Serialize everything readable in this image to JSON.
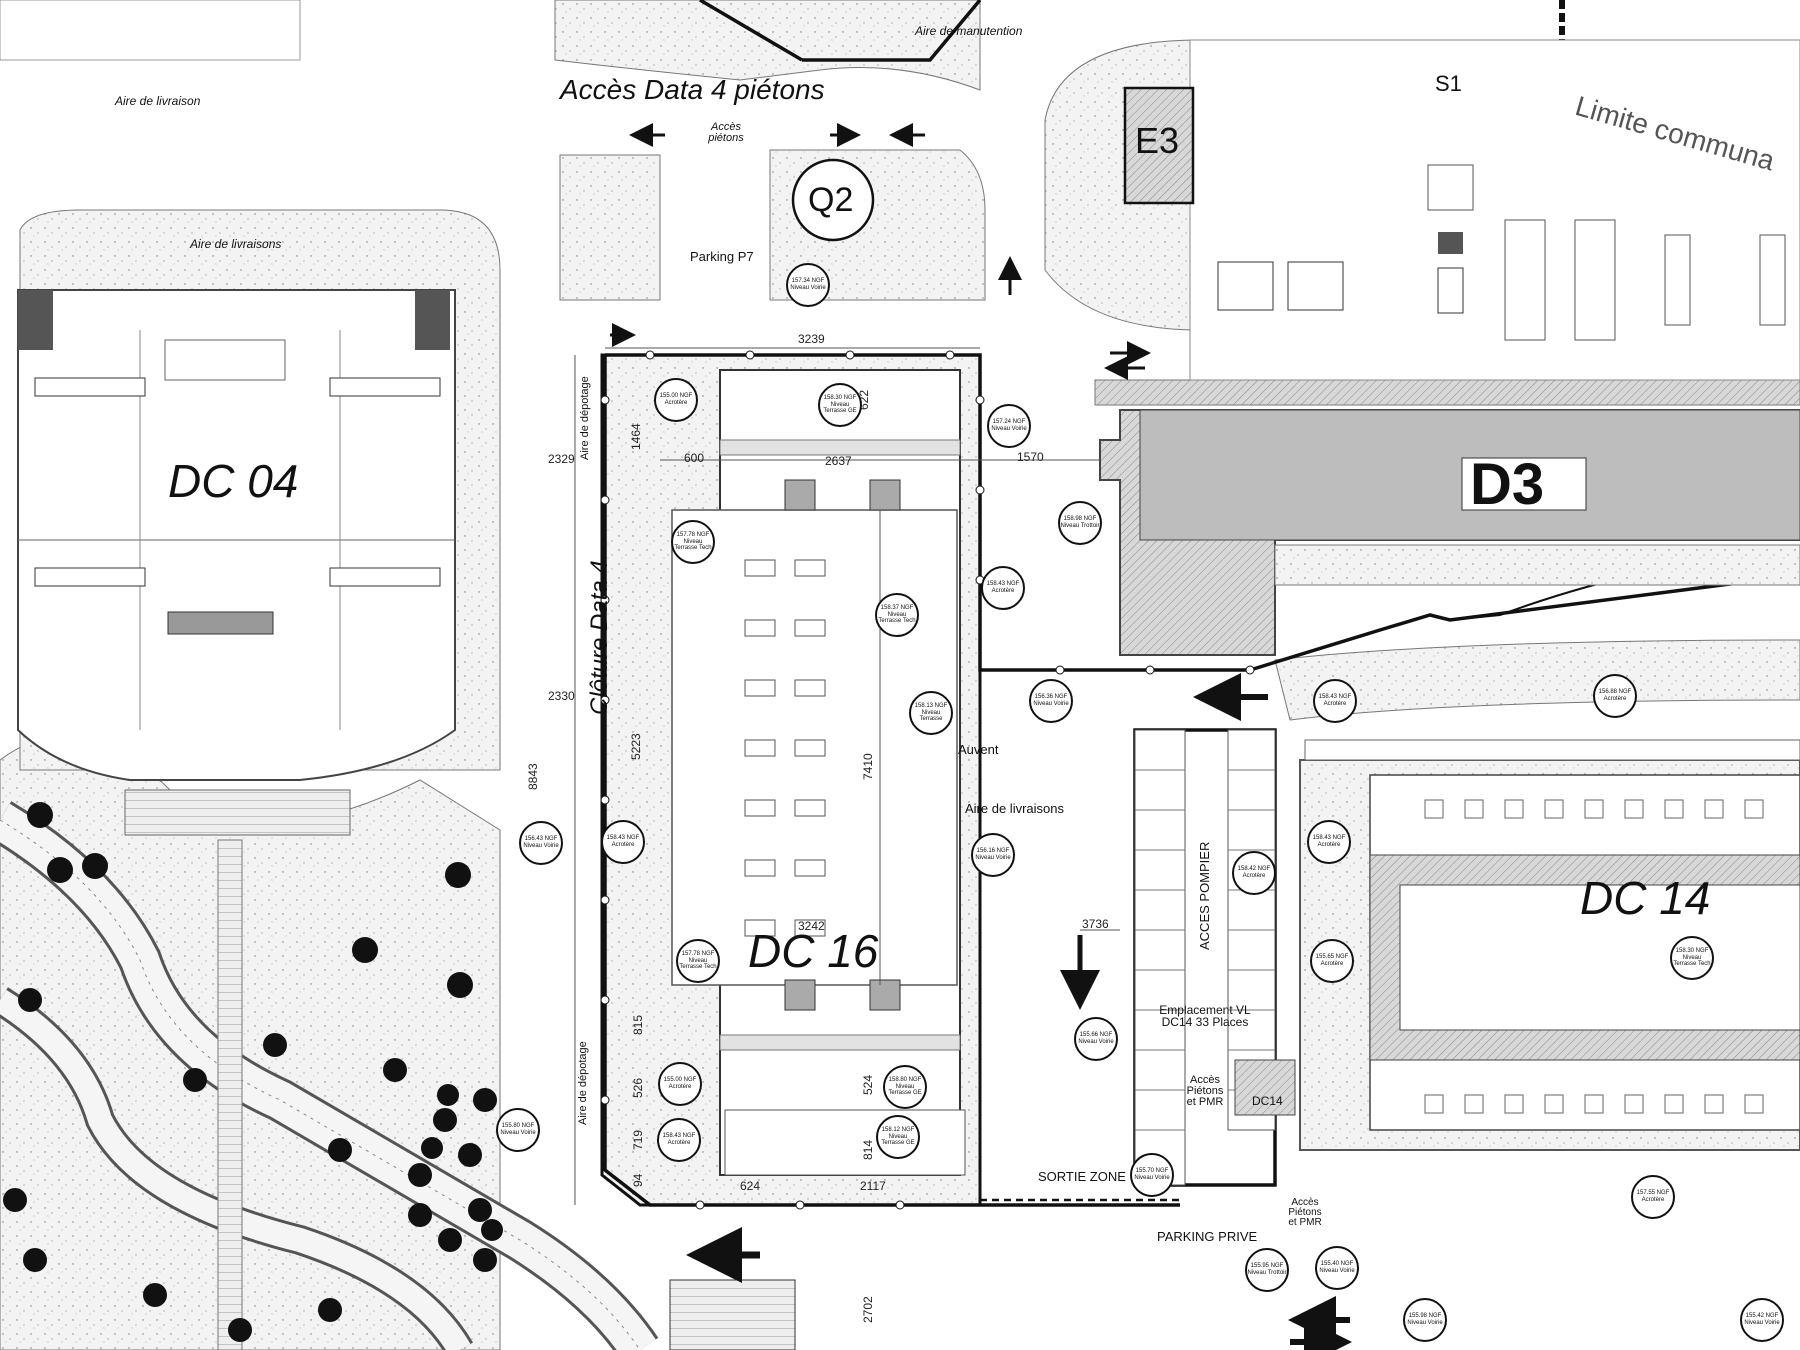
{
  "buildings": {
    "dc04": "DC 04",
    "dc16": "DC 16",
    "dc14": "DC 14",
    "d3": "D3",
    "e3": "E3",
    "q2": "Q2",
    "s1": "S1"
  },
  "labels": {
    "limite": "Limite communa",
    "acces_data4": "Accès Data 4 piétons",
    "acces_pietons": "Accès piétons",
    "aire_livraison_top": "Aire de livraison",
    "aire_manutention": "Aire de manutention",
    "aire_livraisons_dc04": "Aire de livraisons",
    "parking_p7": "Parking P7",
    "cloture": "Clôture Data 4",
    "aire_depotage_top": "Aire de dépotage",
    "aire_depotage_bottom": "Aire de dépotage",
    "auvent": "Auvent",
    "aire_livraisons_dc16": "Aire de livraisons",
    "acces_pompier": "ACCES POMPIER",
    "emplacement": "Emplacement VL DC14 33 Places",
    "acces_pietons_pmr": "Accès Piétons et PMR",
    "acces_pietons_pmr_2": "Accès Piétons et PMR",
    "sortie_zone": "SORTIE ZONE",
    "parking_prive": "PARKING PRIVE",
    "dc14_small": "DC14"
  },
  "dimensions": {
    "d3239": "3239",
    "d1464": "1464",
    "d600": "600",
    "d2637": "2637",
    "d622": "622",
    "d1570": "1570",
    "d2329": "2329",
    "d2330": "2330",
    "d5223": "5223",
    "d7410": "7410",
    "d8843": "8843",
    "d3242": "3242",
    "d3736": "3736",
    "d815": "815",
    "d526": "526",
    "d719": "719",
    "d94": "94",
    "d524": "524",
    "d814": "814",
    "d624": "624",
    "d2117": "2117",
    "d2702": "2702"
  },
  "level_markers": [
    {
      "value": "157.34 NGF",
      "note": "Niveau Voirie"
    },
    {
      "value": "155.00 NGF",
      "note": "Acrotère"
    },
    {
      "value": "158.30 NGF",
      "note": "Niveau Terrasse GE"
    },
    {
      "value": "157.24 NGF",
      "note": "Niveau Voirie"
    },
    {
      "value": "157.78 NGF",
      "note": "Niveau Terrasse Tech"
    },
    {
      "value": "158.98 NGF",
      "note": "Niveau Trottoir"
    },
    {
      "value": "158.43 NGF",
      "note": "Acrotère"
    },
    {
      "value": "158.37 NGF",
      "note": "Niveau Terrasse Tech"
    },
    {
      "value": "158.13 NGF",
      "note": "Niveau Terrasse"
    },
    {
      "value": "156.36 NGF",
      "note": "Niveau Voirie"
    },
    {
      "value": "158.43 NGF",
      "note": "Acrotère"
    },
    {
      "value": "156.88 NGF",
      "note": "Acrotère"
    },
    {
      "value": "156.43 NGF",
      "note": "Niveau Voirie"
    },
    {
      "value": "158.43 NGF",
      "note": "Acrotère"
    },
    {
      "value": "156.16 NGF",
      "note": "Niveau Voirie"
    },
    {
      "value": "158.43 NGF",
      "note": "Acrotère"
    },
    {
      "value": "158.42 NGF",
      "note": "Acrotère"
    },
    {
      "value": "157.78 NGF",
      "note": "Niveau Terrasse Tech"
    },
    {
      "value": "155.66 NGF",
      "note": "Niveau Voirie"
    },
    {
      "value": "155.65 NGF",
      "note": "Acrotère"
    },
    {
      "value": "158.30 NGF",
      "note": "Niveau Terrasse Tech"
    },
    {
      "value": "155.00 NGF",
      "note": "Acrotère"
    },
    {
      "value": "158.80 NGF",
      "note": "Niveau Terrasse GE"
    },
    {
      "value": "155.80 NGF",
      "note": "Niveau Voirie"
    },
    {
      "value": "158.43 NGF",
      "note": "Acrotère"
    },
    {
      "value": "158.12 NGF",
      "note": "Niveau Terrasse GE"
    },
    {
      "value": "155.40 NGF",
      "note": "Niveau Voirie"
    },
    {
      "value": "157.55 NGF",
      "note": "Acrotère"
    },
    {
      "value": "155.70 NGF",
      "note": "Niveau Voirie"
    },
    {
      "value": "155.95 NGF",
      "note": "Niveau Trottoir"
    },
    {
      "value": "155.98 NGF",
      "note": "Niveau Voirie"
    },
    {
      "value": "155.42 NGF",
      "note": "Niveau Voirie"
    }
  ]
}
